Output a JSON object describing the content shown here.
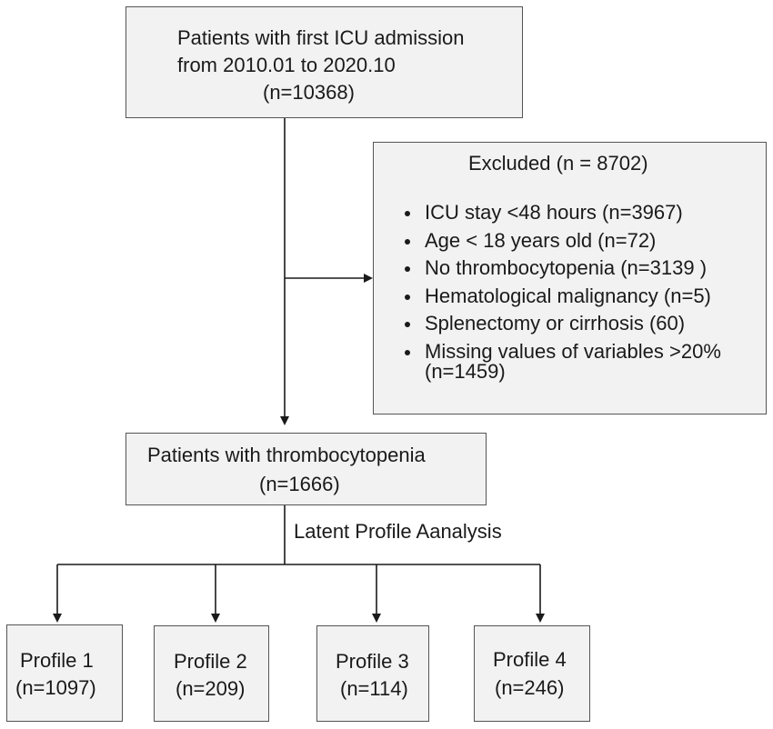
{
  "top_box": {
    "line1": "Patients with first ICU admission",
    "line2": "from 2010.01 to 2020.10",
    "line3": "(n=10368)"
  },
  "excluded_box": {
    "title": "Excluded (n = 8702)",
    "items": [
      "ICU stay <48 hours (n=3967)",
      "Age < 18 years old (n=72)",
      "No thrombocytopenia (n=3139 )",
      "Hematological malignancy (n=5)",
      "Splenectomy or cirrhosis (60)",
      "Missing values of variables >20%"
    ],
    "last_item_continuation": "(n=1459)"
  },
  "middle_box": {
    "line1": "Patients with thrombocytopenia",
    "line2": "(n=1666)"
  },
  "analysis_label": "Latent Profile Aanalysis",
  "profiles": [
    {
      "name": "Profile 1",
      "n": "(n=1097)"
    },
    {
      "name": "Profile 2",
      "n": "(n=209)"
    },
    {
      "name": "Profile 3",
      "n": "(n=114)"
    },
    {
      "name": "Profile 4",
      "n": "(n=246)"
    }
  ],
  "colors": {
    "box_fill": "#f2f2f2",
    "box_border": "#555555",
    "arrow": "#1a1a1a",
    "text": "#1a1a1a"
  }
}
